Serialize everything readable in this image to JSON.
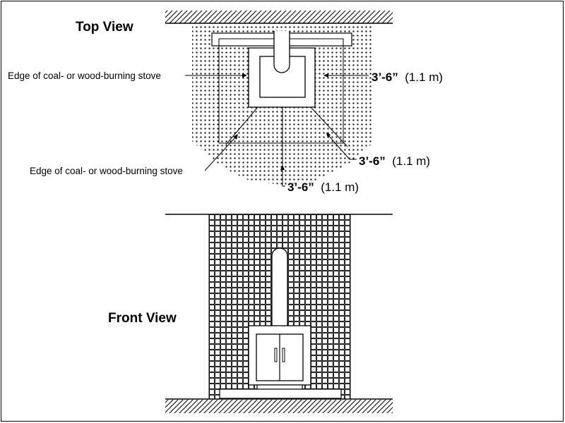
{
  "diagram": {
    "top_view": {
      "title": "Top View",
      "stove_label_upper": "Edge of coal- or wood-burning stove",
      "stove_label_lower": "Edge of coal- or wood-burning stove"
    },
    "clearances": [
      {
        "imperial": "3’-6”",
        "metric": "(1.1 m)"
      },
      {
        "imperial": "3’-6”",
        "metric": "(1.1 m)"
      },
      {
        "imperial": "3’-6”",
        "metric": "(1.1 m)"
      }
    ],
    "front_view": {
      "title": "Front View"
    }
  }
}
